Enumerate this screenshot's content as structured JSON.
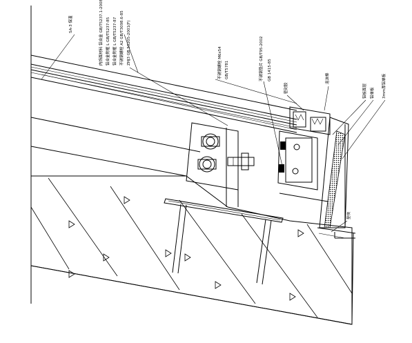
{
  "drawing": {
    "annotations": [
      {
        "id": "a1",
        "text": "SA-3 保温"
      },
      {
        "id": "a2",
        "text": "内饰面材料 铝合金 GB/T5237.1-2008"
      },
      {
        "id": "a3",
        "text": "铝合金附框 L GB/T5237-85"
      },
      {
        "id": "a4",
        "text": "铝合金附框 L GB/T5237-87"
      },
      {
        "id": "a5",
        "text": "不锈钢螺栓 A2 GB/T3098.6-85"
      },
      {
        "id": "a6",
        "text": "ZHJ3 GB 50205-2001(F)"
      },
      {
        "id": "a7",
        "text": "不锈钢螺栓 M6x54"
      },
      {
        "id": "a8",
        "text": "GB/T5781"
      },
      {
        "id": "a9",
        "text": "不锈钢垫片 GB/T95-2002"
      },
      {
        "id": "a10",
        "text": "GB 1415-85"
      },
      {
        "id": "a11",
        "text": "密封胶"
      },
      {
        "id": "a12",
        "text": "泡沫棒"
      },
      {
        "id": "a13",
        "text": "铝板面层"
      },
      {
        "id": "a14",
        "text": "铝单板"
      },
      {
        "id": "a15",
        "text": "3mm厚铝单板"
      },
      {
        "id": "a16",
        "text": "垫块"
      }
    ]
  }
}
